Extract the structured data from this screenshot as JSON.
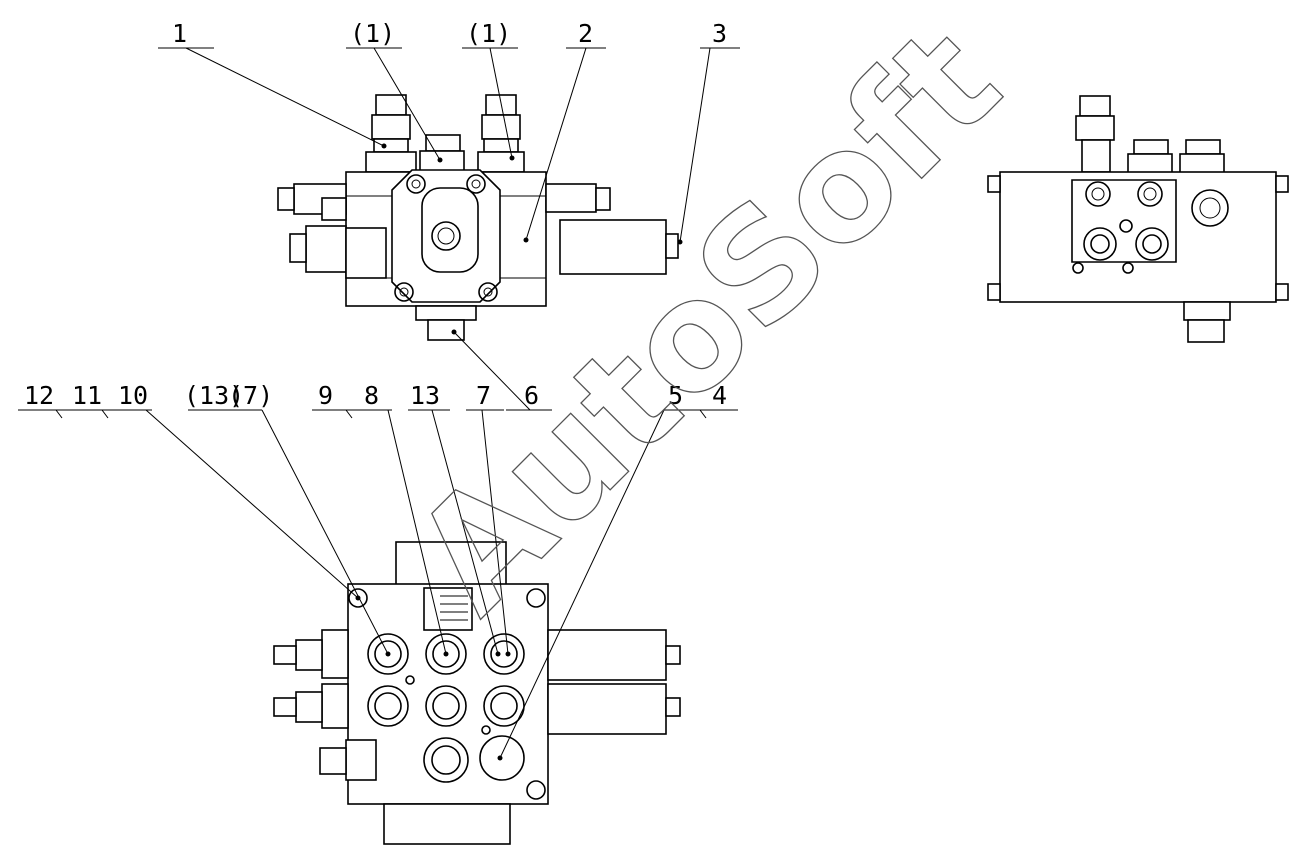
{
  "watermark": "AutoSoft",
  "callouts": {
    "c1": "1",
    "c1a": "(1)",
    "c1b": "(1)",
    "c2": "2",
    "c3": "3",
    "c6": "6",
    "c12": "12",
    "c11": "11",
    "c10": "10",
    "c13p": "(13)",
    "c7p": "(7)",
    "c9": "9",
    "c8": "8",
    "c13": "13",
    "c7": "7",
    "c5": "5",
    "c4": "4"
  }
}
